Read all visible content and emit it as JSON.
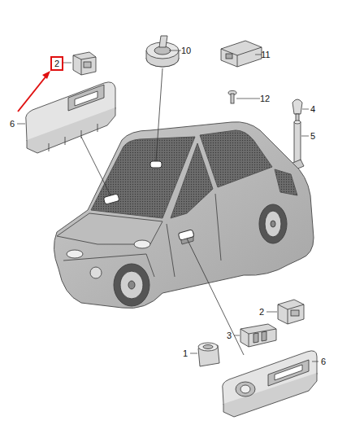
{
  "diagram": {
    "nodes": [
      {
        "text": [
          "2"
        ]
      }
    ],
    "labels": [
      "10",
      "11",
      "12",
      "4",
      "5",
      "6",
      "2",
      "3",
      "1",
      "6"
    ]
  }
}
